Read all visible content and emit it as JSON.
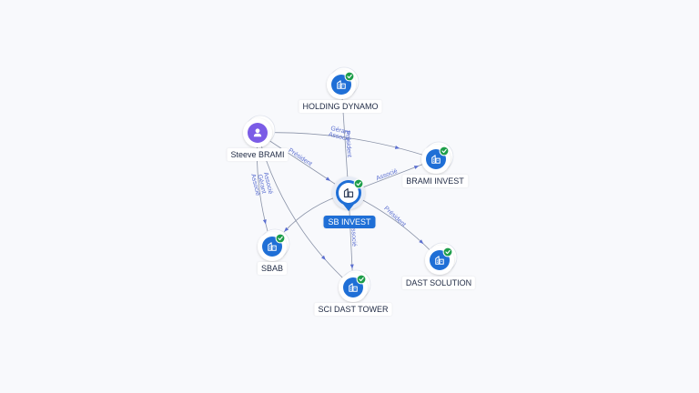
{
  "graph": {
    "center": {
      "label": "SB INVEST",
      "icon": "building-icon",
      "verified": true
    },
    "nodes": [
      {
        "id": "holding",
        "label": "HOLDING DYNAMO",
        "icon": "building-icon",
        "verified": true
      },
      {
        "id": "steeve",
        "label": "Steeve BRAMI",
        "icon": "person-icon",
        "verified": false
      },
      {
        "id": "brami",
        "label": "BRAMI INVEST",
        "icon": "building-icon",
        "verified": true
      },
      {
        "id": "sbab",
        "label": "SBAB",
        "icon": "building-icon",
        "verified": true
      },
      {
        "id": "dast",
        "label": "DAST SOLUTION",
        "icon": "building-icon",
        "verified": true
      },
      {
        "id": "sci",
        "label": "SCI DAST TOWER",
        "icon": "building-icon",
        "verified": true
      }
    ],
    "edges": [
      {
        "from": "center",
        "to": "holding",
        "labels": [
          "Président"
        ]
      },
      {
        "from": "steeve",
        "to": "brami",
        "labels": [
          "Gérant",
          "Associé"
        ]
      },
      {
        "from": "steeve",
        "to": "center",
        "labels": [
          "Président"
        ]
      },
      {
        "from": "steeve",
        "to": "sbab",
        "labels": [
          "Associé",
          "Gérant",
          "Associé"
        ]
      },
      {
        "from": "steeve",
        "to": "sci",
        "labels": []
      },
      {
        "from": "center",
        "to": "brami",
        "labels": [
          "Associé"
        ]
      },
      {
        "from": "center",
        "to": "dast",
        "labels": [
          "Président"
        ]
      },
      {
        "from": "center",
        "to": "sci",
        "labels": [
          "Associé"
        ]
      },
      {
        "from": "center",
        "to": "sbab",
        "labels": []
      }
    ],
    "colors": {
      "accent": "#1f6fd6",
      "edge": "#8a93a8",
      "edge_label": "#5b6fd0",
      "verified": "#1e9e4a",
      "person": "#7b5ce6"
    }
  }
}
